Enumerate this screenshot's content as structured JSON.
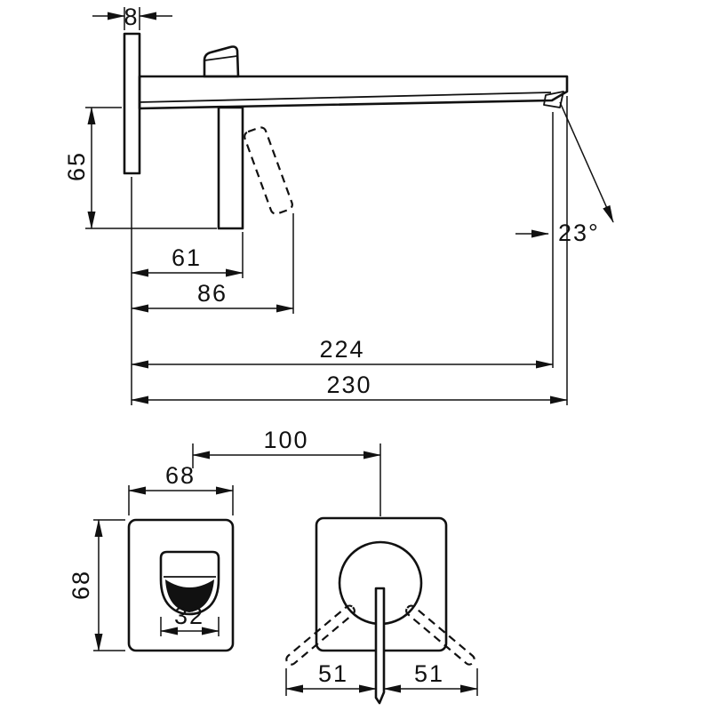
{
  "drawing": {
    "kind": "technical-dimension-drawing",
    "colors": {
      "line": "#111111",
      "background": "#ffffff"
    }
  },
  "dimensions": {
    "wall_plate_thickness": "8",
    "spout_drop_height": "65",
    "handle_body_depth": "61",
    "lever_reach": "86",
    "spray_reach": "224",
    "spout_length": "230",
    "spray_angle": "23°",
    "spout_escutcheon_width": "68",
    "spout_escutcheon_height": "68",
    "spout_face_width": "32",
    "escutcheon_center_distance": "100",
    "lever_swing_left": "51",
    "lever_swing_right": "51"
  }
}
